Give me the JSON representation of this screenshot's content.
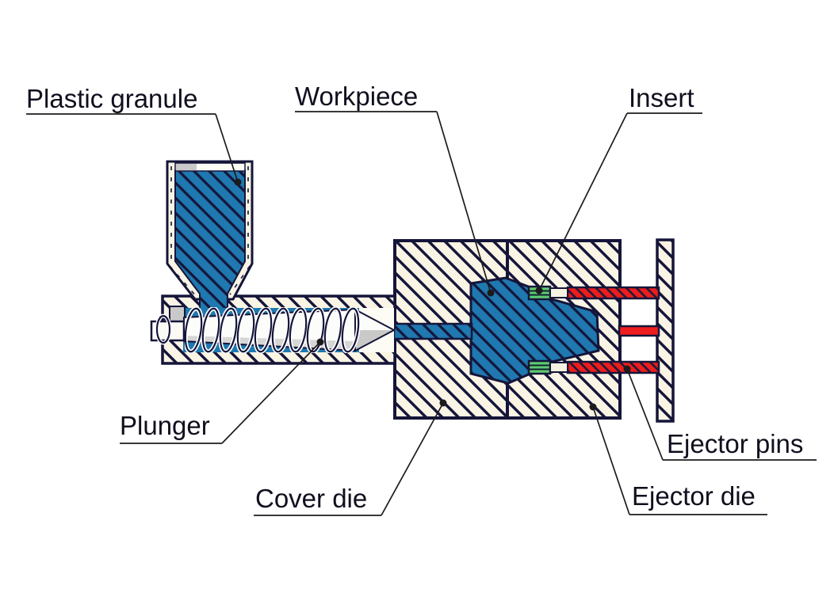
{
  "diagram": {
    "type": "injection-molding-cross-section",
    "labels": {
      "plastic_granule": "Plastic granule",
      "workpiece": "Workpiece",
      "insert": "Insert",
      "plunger": "Plunger",
      "cover_die": "Cover die",
      "ejector_pins": "Ejector pins",
      "ejector_die": "Ejector die"
    },
    "colors": {
      "molten_plastic_blue": "#1f78af",
      "metal_cream": "#f9f4e4",
      "outline_navy": "#15153a",
      "ejector_pin_red": "#ee1c1c",
      "insert_green": "#5ecb6f",
      "shading_gray": "#c9c9c9",
      "label_text": "#0f0f1e"
    }
  }
}
